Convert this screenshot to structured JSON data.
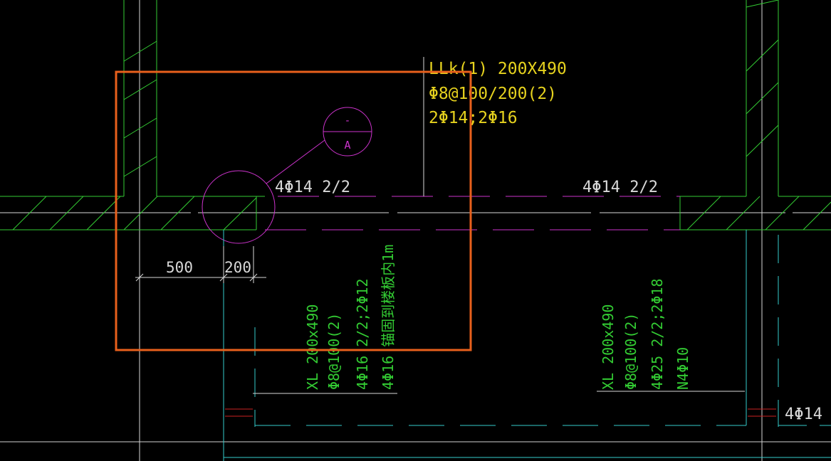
{
  "colors": {
    "background": "#000000",
    "wall": "#33cc33",
    "label_green": "#33cc33",
    "label_yellow": "#e6d21e",
    "magenta": "#cc33cc",
    "cyan": "#33cccc",
    "white": "#d8d8d8",
    "highlight": "#e8601c",
    "red": "#cc2222"
  },
  "labels": {
    "llk_title": "LLk(1) 200X490",
    "llk_stirrup": "Φ8@100/200(2)",
    "llk_bars": "2Φ14;2Φ16",
    "top_bar_left": "4Φ14 2/2",
    "top_bar_right": "4Φ14 2/2",
    "bottom_right_bar": "4Φ14",
    "section_mark_top": "-",
    "section_mark_bottom": "A"
  },
  "dimensions": {
    "dim_left": "500",
    "dim_right": "200"
  },
  "beam_xl1": {
    "line1": "XL 200x490",
    "line2": "Φ8@100(2)",
    "line3": "4Φ16 2/2;2Φ12",
    "line4": "4Φ16 锚固到楼板内1m"
  },
  "beam_xl2": {
    "line1": "XL 200x490",
    "line2": "Φ8@100(2)",
    "line3": "4Φ25 2/2;2Φ18",
    "line4": "N4Φ10"
  }
}
